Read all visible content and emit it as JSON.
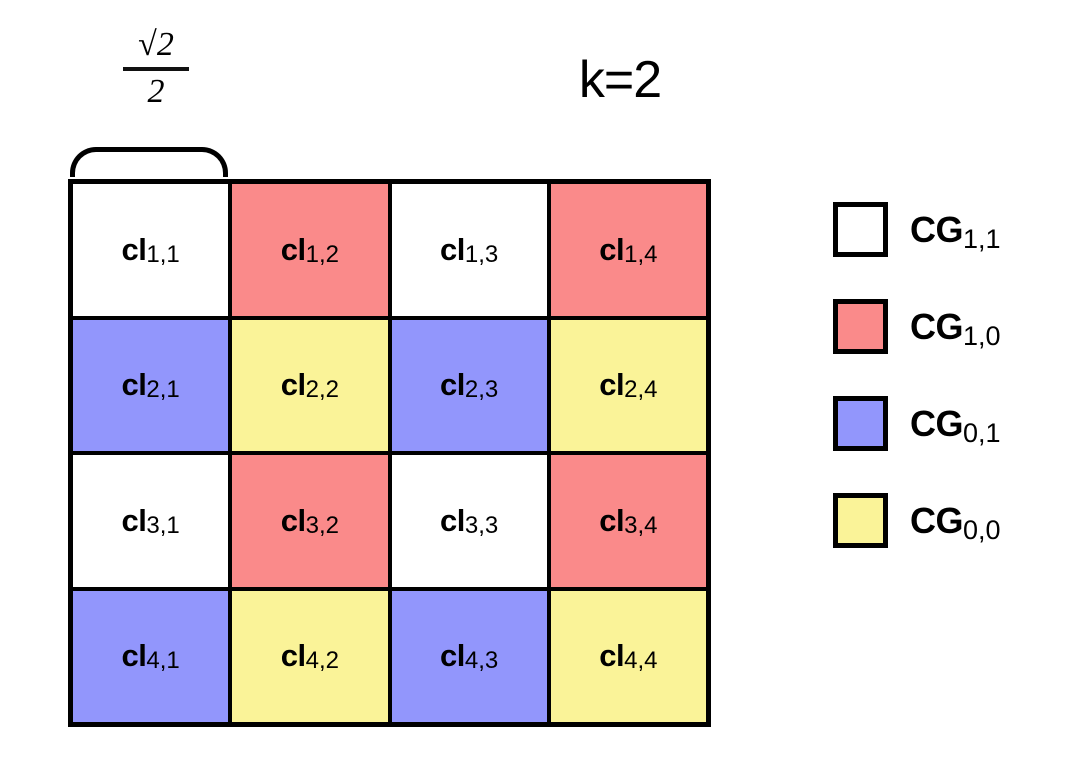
{
  "title": "k=2",
  "column_width_label": {
    "numerator": "√2",
    "denominator": "2",
    "full": "√2/2"
  },
  "colors": {
    "white": "#FFFFFF",
    "red": "#FA8A8A",
    "blue": "#9296FC",
    "yellow": "#FAF398",
    "border": "#000000"
  },
  "grid": {
    "rows": 4,
    "columns": 4,
    "cells": [
      {
        "base": "cl",
        "sub": "1,1",
        "color": "#FFFFFF",
        "group": "CG1,1"
      },
      {
        "base": "cl",
        "sub": "1,2",
        "color": "#FA8A8A",
        "group": "CG1,0"
      },
      {
        "base": "cl",
        "sub": "1,3",
        "color": "#FFFFFF",
        "group": "CG1,1"
      },
      {
        "base": "cl",
        "sub": "1,4",
        "color": "#FA8A8A",
        "group": "CG1,0"
      },
      {
        "base": "cl",
        "sub": "2,1",
        "color": "#9296FC",
        "group": "CG0,1"
      },
      {
        "base": "cl",
        "sub": "2,2",
        "color": "#FAF398",
        "group": "CG0,0"
      },
      {
        "base": "cl",
        "sub": "2,3",
        "color": "#9296FC",
        "group": "CG0,1"
      },
      {
        "base": "cl",
        "sub": "2,4",
        "color": "#FAF398",
        "group": "CG0,0"
      },
      {
        "base": "cl",
        "sub": "3,1",
        "color": "#FFFFFF",
        "group": "CG1,1"
      },
      {
        "base": "cl",
        "sub": "3,2",
        "color": "#FA8A8A",
        "group": "CG1,0"
      },
      {
        "base": "cl",
        "sub": "3,3",
        "color": "#FFFFFF",
        "group": "CG1,1"
      },
      {
        "base": "cl",
        "sub": "3,4",
        "color": "#FA8A8A",
        "group": "CG1,0"
      },
      {
        "base": "cl",
        "sub": "4,1",
        "color": "#9296FC",
        "group": "CG0,1"
      },
      {
        "base": "cl",
        "sub": "4,2",
        "color": "#FAF398",
        "group": "CG0,0"
      },
      {
        "base": "cl",
        "sub": "4,3",
        "color": "#9296FC",
        "group": "CG0,1"
      },
      {
        "base": "cl",
        "sub": "4,4",
        "color": "#FAF398",
        "group": "CG0,0"
      }
    ]
  },
  "legend": {
    "items": [
      {
        "color": "#FFFFFF",
        "base": "CG",
        "sub": "1,1"
      },
      {
        "color": "#FA8A8A",
        "base": "CG",
        "sub": "1,0"
      },
      {
        "color": "#9296FC",
        "base": "CG",
        "sub": "0,1"
      },
      {
        "color": "#FAF398",
        "base": "CG",
        "sub": "0,0"
      }
    ]
  }
}
